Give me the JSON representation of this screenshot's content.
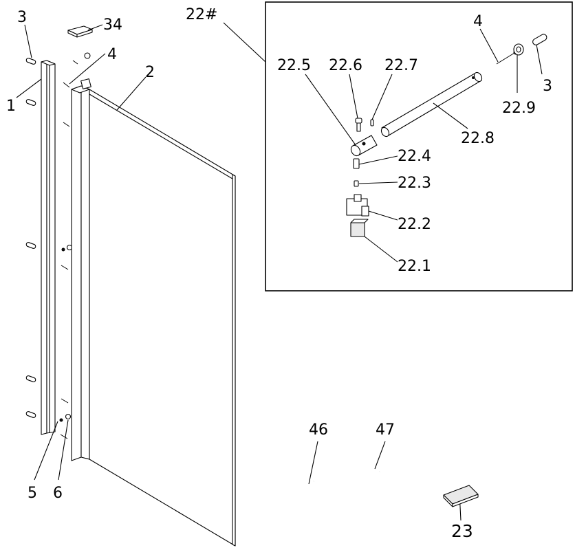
{
  "labels": {
    "p3_left": "3",
    "p34": "34",
    "p4_left": "4",
    "p1": "1",
    "p2": "2",
    "p5": "5",
    "p6": "6",
    "p22": "22#",
    "p22_5": "22.5",
    "p22_6": "22.6",
    "p22_7": "22.7",
    "p4_right": "4",
    "p3_right": "3",
    "p22_9": "22.9",
    "p22_8": "22.8",
    "p22_4": "22.4",
    "p22_3": "22.3",
    "p22_2": "22.2",
    "p22_1": "22.1",
    "p46": "46",
    "p47": "47",
    "p23": "23"
  }
}
